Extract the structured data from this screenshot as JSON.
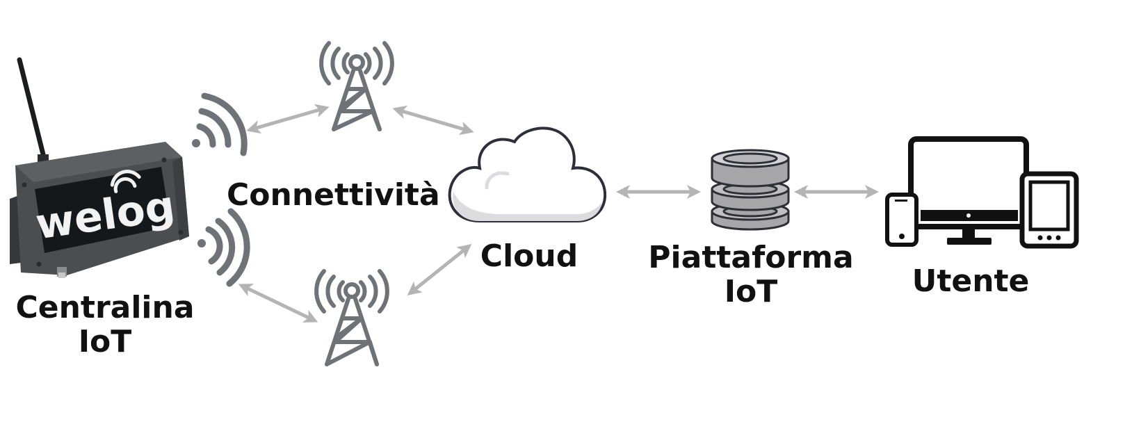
{
  "device": {
    "brand_logo": "welog",
    "label_line1": "Centralina",
    "label_line2": "IoT"
  },
  "connectivity": {
    "label": "Connettività"
  },
  "cloud": {
    "label": "Cloud"
  },
  "platform": {
    "label_line1": "Piattaforma",
    "label_line2": "IoT"
  },
  "user": {
    "label": "Utente"
  },
  "colors": {
    "arrow": "#b4b4b4",
    "icon_gray": "#6f7276",
    "device_body": "#4a4e50",
    "device_screen": "#15181a",
    "db_fill": "#a7a7a9",
    "db_light": "#d3d3d5",
    "db_stroke": "#2e2e36",
    "cloud_stroke": "#2e2e3a",
    "devices_black": "#111111"
  },
  "icons": [
    "antenna-device",
    "wifi-signal",
    "cell-tower",
    "cloud",
    "database",
    "monitor",
    "smartphone",
    "tablet"
  ]
}
